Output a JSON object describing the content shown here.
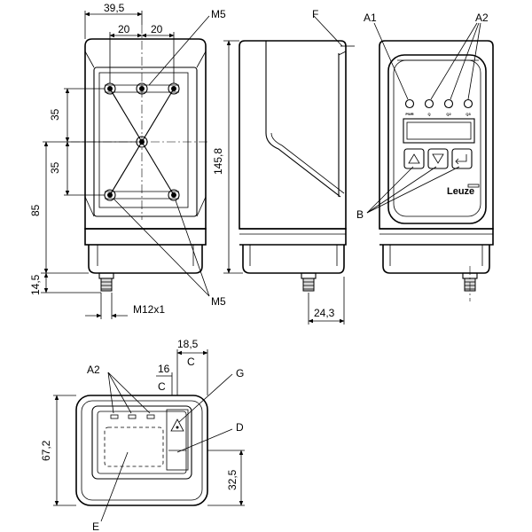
{
  "front_view": {
    "dim_width": "39,5",
    "dim_spacing_left": "20",
    "dim_spacing_right": "20",
    "dim_vert_upper": "35",
    "dim_vert_lower": "35",
    "dim_height_85": "85",
    "dim_connector_height": "14,5",
    "dim_connector_thread": "M12x1",
    "label_m5_top": "M5",
    "label_m5_bottom": "M5"
  },
  "side_view": {
    "dim_total_height": "145,8",
    "dim_connector_offset": "24,3",
    "label_f": "F"
  },
  "back_view": {
    "label_a1": "A1",
    "label_a2": "A2",
    "label_b": "B",
    "led_labels": [
      "PWR",
      "Q",
      "Q2",
      "Q3"
    ],
    "brand_text": "Leuze"
  },
  "top_view": {
    "dim_width_672": "67,2",
    "dim_height_325": "32,5",
    "dim_185": "18,5",
    "dim_16": "16",
    "label_c_top": "C",
    "label_c_mid": "C",
    "label_a2": "A2",
    "label_g": "G",
    "label_d": "D",
    "label_e": "E"
  }
}
